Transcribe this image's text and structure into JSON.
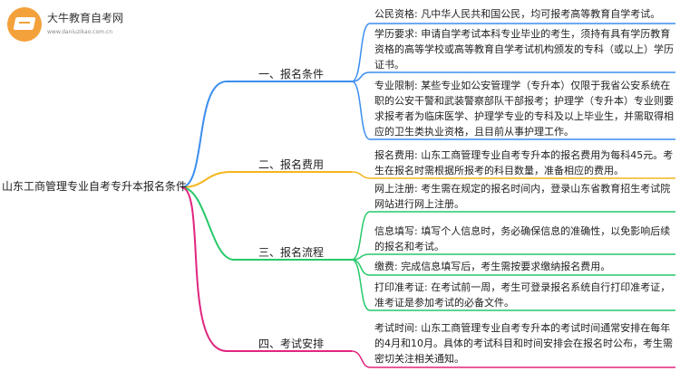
{
  "logo": {
    "name": "大牛教育自考网",
    "url": "www.daniuzikao.com.cn"
  },
  "root": {
    "label": "山东工商管理专业自考专升本报名条件"
  },
  "branches": [
    {
      "label": "一、报名条件",
      "color": "#3a8ef0",
      "leaves": [
        "公民资格: 凡中华人民共和国公民，均可报考高等教育自学考试。",
        "学历要求: 申请自学考试本科专业毕业的考生，须持有具有学历教育资格的高等学校或高等教育自学考试机构颁发的专科（或以上）学历证书。",
        "专业限制: 某些专业如公安管理学（专升本）仅限于我省公安系统在职的公安干警和武装警察部队干部报考；护理学（专升本）专业则要求报考者为临床医学、护理学专业的专科及以上毕业生，并需取得相应的卫生类执业资格，且目前从事护理工作。"
      ]
    },
    {
      "label": "二、报名费用",
      "color": "#f5b51d",
      "leaves": [
        "报名费用: 山东工商管理专业自考专升本的报名费用为每科45元。考生在报名时需根据所报考的科目数量，准备相应的费用。"
      ]
    },
    {
      "label": "三、报名流程",
      "color": "#27c96a",
      "leaves": [
        "网上注册: 考生需在规定的报名时间内，登录山东省教育招生考试院网站进行网上注册。",
        "信息填写: 填写个人信息时，务必确保信息的准确性，以免影响后续的报名和考试。",
        "缴费: 完成信息填写后，考生需按要求缴纳报名费用。",
        "打印准考证: 在考试前一周，考生可登录报名系统自行打印准考证，准考证是参加考试的必备文件。"
      ]
    },
    {
      "label": "四、考试安排",
      "color": "#e0257f",
      "leaves": [
        "考试时间: 山东工商管理专业自考专升本的考试时间通常安排在每年的4月和10月。具体的考试科目和时间安排会在报名时公布，考生需密切关注相关通知。"
      ]
    }
  ]
}
